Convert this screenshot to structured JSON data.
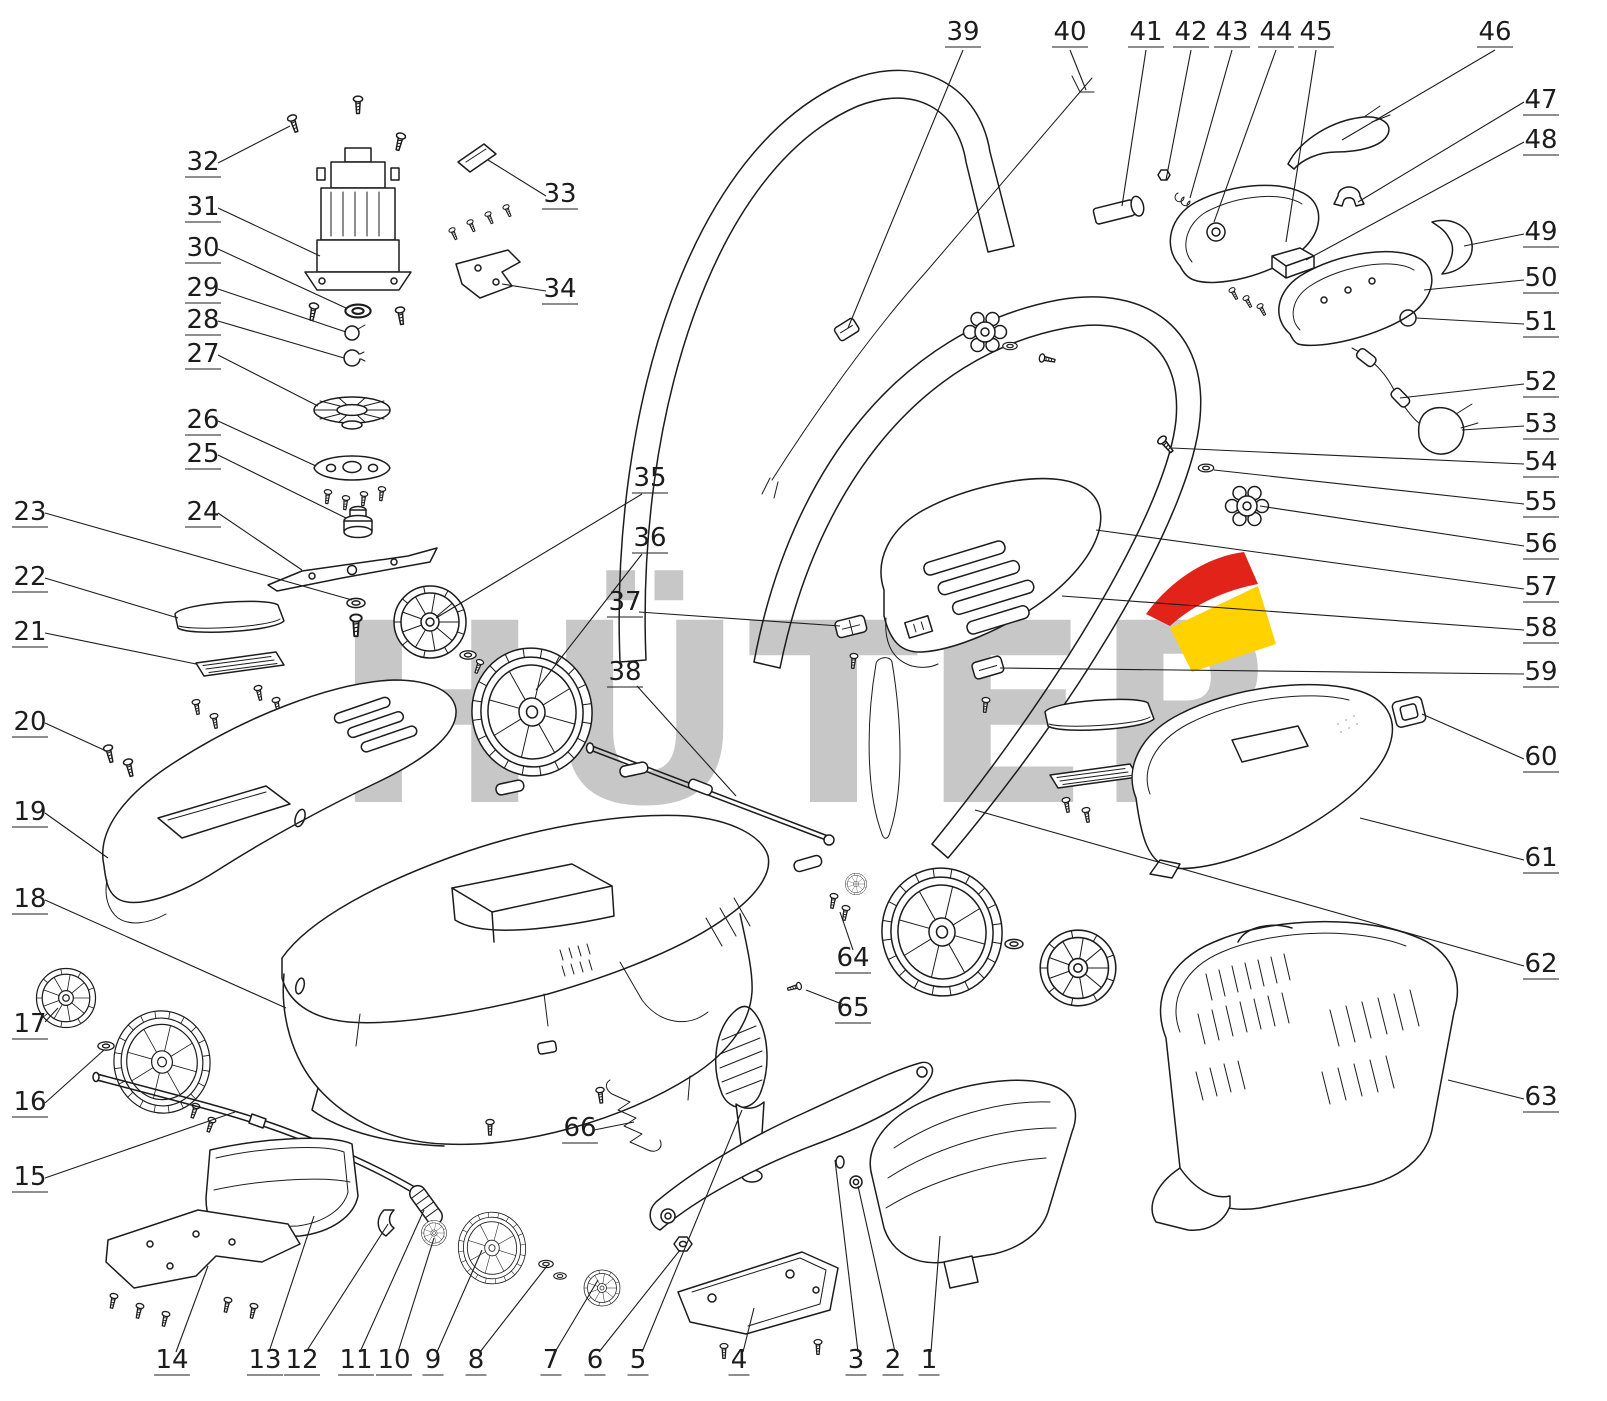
{
  "watermark": {
    "text": "HÜTER"
  },
  "colors": {
    "line": "#1c1c1c",
    "watermark_gray": "#c7c7c7",
    "logo_red": "#e2231a",
    "logo_yellow": "#ffd200"
  },
  "labels": [
    {
      "n": "1",
      "t": [
        929,
        1368
      ],
      "l": [
        931,
        1352,
        940,
        1236
      ]
    },
    {
      "n": "2",
      "t": [
        893,
        1368
      ],
      "l": [
        895,
        1352,
        858,
        1186
      ]
    },
    {
      "n": "3",
      "t": [
        856,
        1368
      ],
      "l": [
        858,
        1352,
        835,
        1160
      ]
    },
    {
      "n": "4",
      "t": [
        739,
        1368
      ],
      "l": [
        743,
        1352,
        754,
        1308
      ]
    },
    {
      "n": "5",
      "t": [
        638,
        1368
      ],
      "l": [
        642,
        1352,
        742,
        1110
      ]
    },
    {
      "n": "6",
      "t": [
        595,
        1368
      ],
      "l": [
        599,
        1352,
        680,
        1250
      ]
    },
    {
      "n": "7",
      "t": [
        551,
        1368
      ],
      "l": [
        555,
        1352,
        598,
        1280
      ]
    },
    {
      "n": "8",
      "t": [
        476,
        1368
      ],
      "l": [
        480,
        1352,
        547,
        1266
      ]
    },
    {
      "n": "9",
      "t": [
        433,
        1368
      ],
      "l": [
        437,
        1352,
        482,
        1250
      ]
    },
    {
      "n": "10",
      "t": [
        394,
        1368
      ],
      "l": [
        398,
        1352,
        434,
        1238
      ]
    },
    {
      "n": "11",
      "t": [
        356,
        1368
      ],
      "l": [
        360,
        1352,
        424,
        1210
      ]
    },
    {
      "n": "12",
      "t": [
        302,
        1368
      ],
      "l": [
        306,
        1352,
        388,
        1224
      ]
    },
    {
      "n": "13",
      "t": [
        265,
        1368
      ],
      "l": [
        269,
        1352,
        314,
        1216
      ]
    },
    {
      "n": "14",
      "t": [
        172,
        1368
      ],
      "l": [
        176,
        1352,
        208,
        1266
      ]
    },
    {
      "n": "15",
      "t": [
        30,
        1185
      ],
      "l": [
        45,
        1178,
        235,
        1112
      ]
    },
    {
      "n": "16",
      "t": [
        30,
        1110
      ],
      "l": [
        45,
        1103,
        104,
        1050
      ]
    },
    {
      "n": "17",
      "t": [
        30,
        1032
      ],
      "l": [
        45,
        1022,
        58,
        1008
      ]
    },
    {
      "n": "18",
      "t": [
        30,
        907
      ],
      "l": [
        45,
        900,
        286,
        1008
      ]
    },
    {
      "n": "19",
      "t": [
        30,
        820
      ],
      "l": [
        45,
        813,
        108,
        858
      ]
    },
    {
      "n": "20",
      "t": [
        30,
        730
      ],
      "l": [
        45,
        723,
        104,
        750
      ]
    },
    {
      "n": "21",
      "t": [
        30,
        640
      ],
      "l": [
        45,
        633,
        196,
        664
      ]
    },
    {
      "n": "22",
      "t": [
        30,
        585
      ],
      "l": [
        45,
        578,
        178,
        618
      ]
    },
    {
      "n": "23",
      "t": [
        30,
        520
      ],
      "l": [
        45,
        513,
        352,
        600
      ]
    },
    {
      "n": "24",
      "t": [
        203,
        520
      ],
      "l": [
        218,
        513,
        302,
        570
      ]
    },
    {
      "n": "25",
      "t": [
        203,
        462
      ],
      "l": [
        218,
        455,
        346,
        518
      ]
    },
    {
      "n": "26",
      "t": [
        203,
        428
      ],
      "l": [
        218,
        421,
        316,
        466
      ]
    },
    {
      "n": "27",
      "t": [
        203,
        362
      ],
      "l": [
        218,
        355,
        318,
        406
      ]
    },
    {
      "n": "28",
      "t": [
        203,
        328
      ],
      "l": [
        218,
        321,
        344,
        358
      ]
    },
    {
      "n": "29",
      "t": [
        203,
        296
      ],
      "l": [
        218,
        289,
        346,
        332
      ]
    },
    {
      "n": "30",
      "t": [
        203,
        256
      ],
      "l": [
        218,
        249,
        346,
        308
      ]
    },
    {
      "n": "31",
      "t": [
        203,
        215
      ],
      "l": [
        218,
        208,
        320,
        256
      ]
    },
    {
      "n": "32",
      "t": [
        203,
        170
      ],
      "l": [
        218,
        163,
        290,
        126
      ]
    },
    {
      "n": "33",
      "t": [
        560,
        202
      ],
      "l": [
        546,
        196,
        488,
        160
      ]
    },
    {
      "n": "34",
      "t": [
        560,
        297
      ],
      "l": [
        546,
        291,
        502,
        284
      ]
    },
    {
      "n": "35",
      "t": [
        650,
        486
      ],
      "l": [
        642,
        494,
        436,
        618
      ]
    },
    {
      "n": "36",
      "t": [
        650,
        546
      ],
      "l": [
        642,
        554,
        536,
        690
      ]
    },
    {
      "n": "37",
      "t": [
        625,
        610
      ],
      "l": [
        639,
        612,
        840,
        626
      ]
    },
    {
      "n": "38",
      "t": [
        625,
        680
      ],
      "l": [
        637,
        686,
        736,
        796
      ]
    },
    {
      "n": "39",
      "t": [
        963,
        40
      ],
      "l": [
        963,
        50,
        848,
        328
      ]
    },
    {
      "n": "40",
      "t": [
        1070,
        40
      ],
      "l": [
        1070,
        50,
        1086,
        90
      ]
    },
    {
      "n": "41",
      "t": [
        1146,
        40
      ],
      "l": [
        1146,
        50,
        1122,
        206
      ]
    },
    {
      "n": "42",
      "t": [
        1191,
        40
      ],
      "l": [
        1191,
        50,
        1166,
        180
      ]
    },
    {
      "n": "43",
      "t": [
        1232,
        40
      ],
      "l": [
        1232,
        50,
        1190,
        198
      ]
    },
    {
      "n": "44",
      "t": [
        1276,
        40
      ],
      "l": [
        1276,
        50,
        1214,
        222
      ]
    },
    {
      "n": "45",
      "t": [
        1316,
        40
      ],
      "l": [
        1316,
        50,
        1286,
        242
      ]
    },
    {
      "n": "46",
      "t": [
        1495,
        40
      ],
      "l": [
        1495,
        50,
        1342,
        140
      ]
    },
    {
      "n": "47",
      "t": [
        1541,
        108
      ],
      "l": [
        1524,
        102,
        1358,
        202
      ]
    },
    {
      "n": "48",
      "t": [
        1541,
        148
      ],
      "l": [
        1524,
        142,
        1306,
        260
      ]
    },
    {
      "n": "49",
      "t": [
        1541,
        240
      ],
      "l": [
        1524,
        234,
        1464,
        246
      ]
    },
    {
      "n": "50",
      "t": [
        1541,
        286
      ],
      "l": [
        1524,
        280,
        1424,
        290
      ]
    },
    {
      "n": "51",
      "t": [
        1541,
        330
      ],
      "l": [
        1524,
        324,
        1416,
        318
      ]
    },
    {
      "n": "52",
      "t": [
        1541,
        390
      ],
      "l": [
        1524,
        384,
        1400,
        398
      ]
    },
    {
      "n": "53",
      "t": [
        1541,
        432
      ],
      "l": [
        1524,
        426,
        1462,
        430
      ]
    },
    {
      "n": "54",
      "t": [
        1541,
        470
      ],
      "l": [
        1524,
        464,
        1172,
        448
      ]
    },
    {
      "n": "55",
      "t": [
        1541,
        510
      ],
      "l": [
        1524,
        504,
        1214,
        470
      ]
    },
    {
      "n": "56",
      "t": [
        1541,
        552
      ],
      "l": [
        1524,
        546,
        1260,
        506
      ]
    },
    {
      "n": "57",
      "t": [
        1541,
        595
      ],
      "l": [
        1524,
        589,
        1096,
        530
      ]
    },
    {
      "n": "58",
      "t": [
        1541,
        636
      ],
      "l": [
        1524,
        630,
        1062,
        596
      ]
    },
    {
      "n": "59",
      "t": [
        1541,
        680
      ],
      "l": [
        1524,
        674,
        1000,
        668
      ]
    },
    {
      "n": "60",
      "t": [
        1541,
        765
      ],
      "l": [
        1524,
        759,
        1422,
        714
      ]
    },
    {
      "n": "61",
      "t": [
        1541,
        866
      ],
      "l": [
        1524,
        860,
        1360,
        818
      ]
    },
    {
      "n": "62",
      "t": [
        1541,
        972
      ],
      "l": [
        1524,
        966,
        975,
        810
      ]
    },
    {
      "n": "63",
      "t": [
        1541,
        1105
      ],
      "l": [
        1524,
        1099,
        1448,
        1080
      ]
    },
    {
      "n": "64",
      "t": [
        853,
        966
      ],
      "l": [
        853,
        950,
        840,
        912
      ]
    },
    {
      "n": "65",
      "t": [
        853,
        1016
      ],
      "l": [
        847,
        1006,
        806,
        990
      ]
    },
    {
      "n": "66",
      "t": [
        580,
        1136
      ],
      "l": [
        594,
        1130,
        634,
        1122
      ]
    }
  ]
}
